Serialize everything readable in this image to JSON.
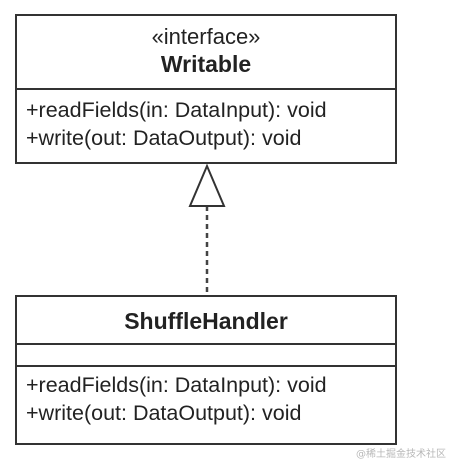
{
  "classes": [
    {
      "id": "writable",
      "stereotype": "«interface»",
      "name": "Writable",
      "attributes": [],
      "methods": [
        "+readFields(in: DataInput): void",
        "+write(out: DataOutput): void"
      ]
    },
    {
      "id": "shuffle_handler",
      "stereotype": "",
      "name": "ShuffleHandler",
      "attributes": [],
      "methods": [
        "+readFields(in: DataInput): void",
        "+write(out: DataOutput): void"
      ]
    }
  ],
  "relations": [
    {
      "type": "realization",
      "from": "ShuffleHandler",
      "to": "Writable",
      "line_style": "dashed",
      "arrowhead": "hollow-triangle"
    }
  ],
  "watermark": "@稀土掘金技术社区",
  "colors": {
    "border": "#333333",
    "text": "#222222",
    "background": "#ffffff",
    "watermark": "#b8b8b8"
  }
}
